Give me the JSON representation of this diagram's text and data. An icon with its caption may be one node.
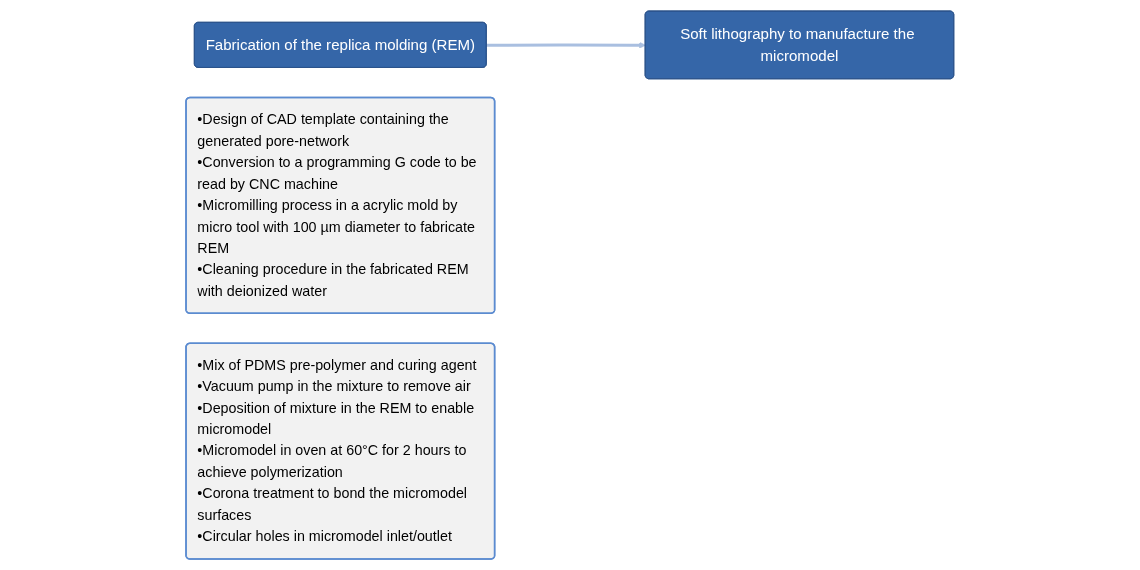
{
  "diagram": {
    "nodes": [
      {
        "text": [
          "Fabrication of the replica molding (REM)"
        ]
      },
      {
        "text": [
          "•Design of CAD template containing the generated pore-network",
          "•Conversion to a programming G code to be read by CNC machine",
          "•Micromilling process in a acrylic mold by micro tool with 100 µm diameter to fabricate REM",
          "•Cleaning procedure in the fabricated REM with deionized water"
        ]
      },
      {
        "text": [
          "Soft lithography to manufacture the micromodel"
        ]
      },
      {
        "text": [
          "•Mix of PDMS pre-polymer and curing agent",
          "•Vacuum pump in the mixture to remove air",
          "•Deposition of mixture in the REM to enable micromodel",
          "•Micromodel in oven at 60°C for 2 hours to achieve polymerization",
          "•Corona treatment to bond the micromodel surfaces",
          "•Circular holes in micromodel inlet/outlet"
        ]
      }
    ],
    "edges": [
      {
        "from": 0,
        "to": 2,
        "arrow": "to"
      }
    ]
  }
}
